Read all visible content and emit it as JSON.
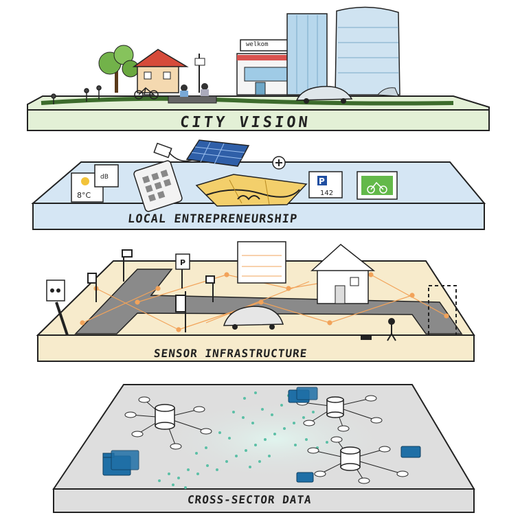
{
  "layers": [
    {
      "label": "CITY VISION"
    },
    {
      "label": "LOCAL ENTREPRENEURSHIP"
    },
    {
      "label": "SENSOR INFRASTRUCTURE"
    },
    {
      "label": "CROSS-SECTOR DATA"
    }
  ],
  "signs": {
    "welcome": "welkom",
    "parking": "P",
    "parking_number": "142"
  },
  "colors": {
    "city_layer": "#e3f0d6",
    "entrepreneurship_layer": "#d5e6f4",
    "sensor_layer": "#f7ebcc",
    "data_layer": "#dedede",
    "sensor_lines": "#f2a35a",
    "data_dots": "#5bbfa6",
    "folder": "#1f6fa6"
  }
}
